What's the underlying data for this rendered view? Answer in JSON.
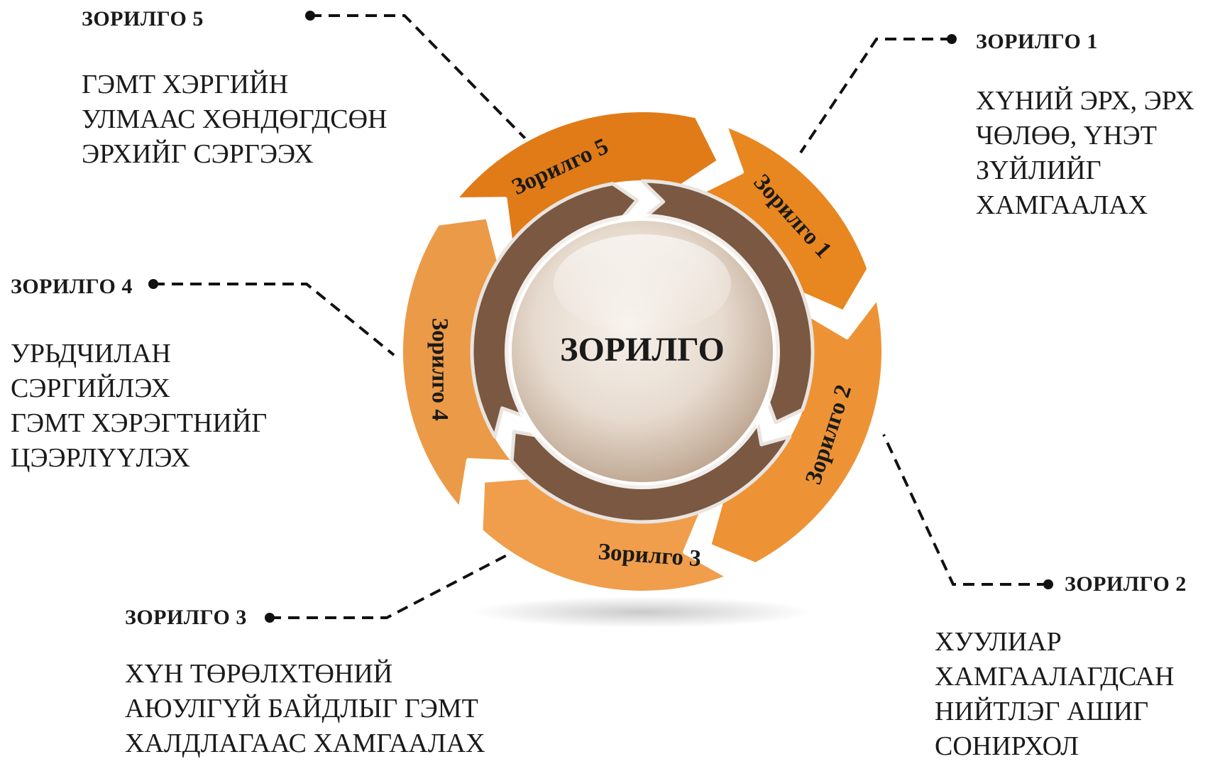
{
  "center": {
    "label": "ЗОРИЛГО"
  },
  "segments": [
    {
      "label": "Зорилго 1",
      "color": "#e8861f"
    },
    {
      "label": "Зорилго 2",
      "color": "#ed9336"
    },
    {
      "label": "Зорилго 3",
      "color": "#f09e4b"
    },
    {
      "label": "Зорилго 4",
      "color": "#eb9a48"
    },
    {
      "label": "Зорилго 5",
      "color": "#e07b18"
    }
  ],
  "inner_ring_color": "#7a5841",
  "goals": {
    "g1": {
      "title": "ЗОРИЛГО 1",
      "lines": [
        "ХҮНИЙ ЭРХ, ЭРХ",
        "ЧӨЛӨӨ, ҮНЭТ",
        "ЗҮЙЛИЙГ",
        "ХАМГААЛАХ"
      ]
    },
    "g2": {
      "title": "ЗОРИЛГО 2",
      "lines": [
        "ХУУЛИАР",
        "ХАМГААЛАГДСАН",
        "НИЙТЛЭГ АШИГ",
        "СОНИРХОЛ"
      ]
    },
    "g3": {
      "title": "ЗОРИЛГО 3",
      "lines": [
        "ХҮН ТӨРӨЛХТӨНИЙ",
        "АЮУЛГҮЙ БАЙДЛЫГ ГЭМТ",
        "ХАЛДЛАГААС ХАМГААЛАХ"
      ]
    },
    "g4": {
      "title": "ЗОРИЛГО 4",
      "lines": [
        "УРЬДЧИЛАН",
        "СЭРГИЙЛЭХ",
        "ГЭМТ ХЭРЭГТНИЙГ",
        "ЦЭЭРЛҮҮЛЭХ"
      ]
    },
    "g5": {
      "title": "ЗОРИЛГО 5",
      "lines": [
        "ГЭМТ ХЭРГИЙН",
        "УЛМААС ХӨНДӨГДСӨН",
        "ЭРХИЙГ СЭРГЭЭХ"
      ]
    }
  }
}
